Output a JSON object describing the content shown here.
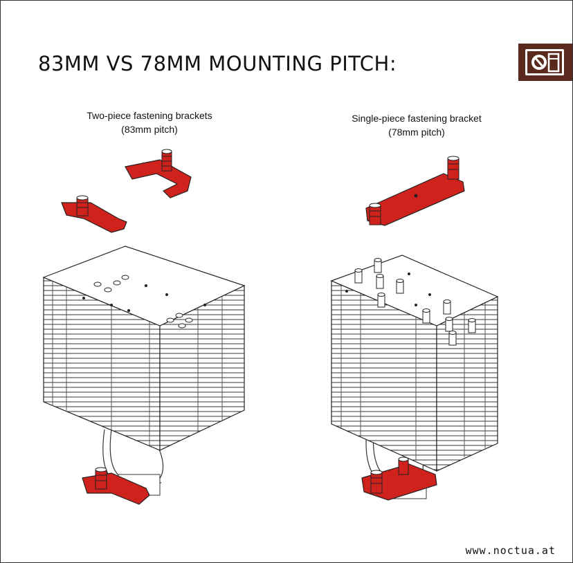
{
  "title": "83MM VS 78MM MOUNTING PITCH:",
  "left": {
    "caption_line1": "Two-piece fastening brackets",
    "caption_line2": "(83mm pitch)"
  },
  "right": {
    "caption_line1": "Single-piece fastening bracket",
    "caption_line2": "(78mm pitch)"
  },
  "footer": {
    "url": "www.noctua.at"
  },
  "colors": {
    "bracket": "#d0221c",
    "logo_bg": "#5a2a1e",
    "line": "#222222"
  },
  "icons": {
    "logo": "owl-logo-icon"
  }
}
